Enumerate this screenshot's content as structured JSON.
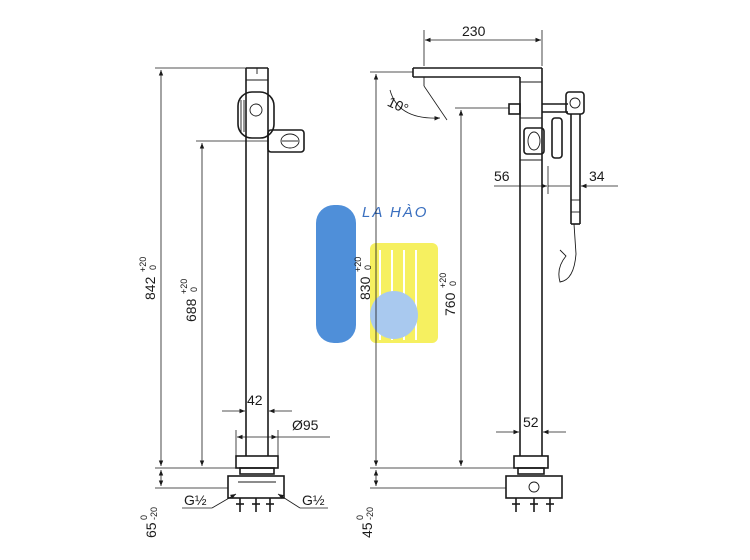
{
  "watermark": {
    "text": "LA HÀO",
    "colors": {
      "blue": "#4f8fd9",
      "light_blue": "#a9c9ef",
      "yellow": "#f6f060",
      "text": "#3a6fbf"
    }
  },
  "left_view": {
    "overall_height": {
      "value": "842",
      "tol_upper": "+20",
      "tol_lower": "0"
    },
    "outlet_height": {
      "value": "688",
      "tol_upper": "+20",
      "tol_lower": "0"
    },
    "pipe_width": "42",
    "base_diameter": "Ø95",
    "thread_left": "G½",
    "thread_right": "G½",
    "below_floor": {
      "value": "65",
      "tol_upper": "0",
      "tol_lower": "-20"
    }
  },
  "right_view": {
    "spout_length": "230",
    "spout_angle": "10°",
    "overall_height": {
      "value": "830",
      "tol_upper": "+20",
      "tol_lower": "0"
    },
    "handle_height": {
      "value": "760",
      "tol_upper": "+20",
      "tol_lower": "0"
    },
    "offset_left": "56",
    "offset_right": "34",
    "base_width": "52",
    "below_floor": {
      "value": "45",
      "tol_upper": "0",
      "tol_lower": "-20"
    }
  }
}
